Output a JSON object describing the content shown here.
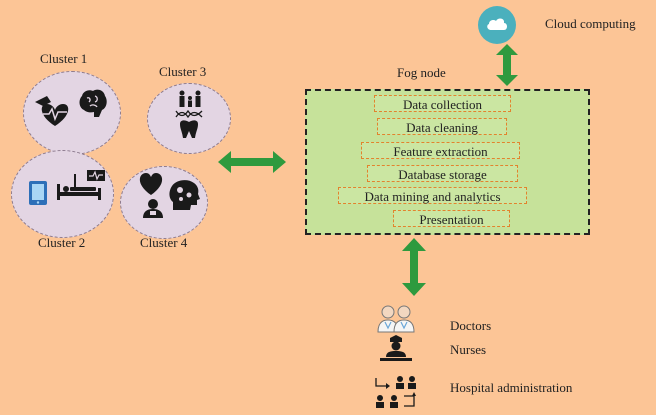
{
  "clusters": [
    {
      "label": "Cluster 1",
      "icons": [
        "heart-disease-icon",
        "brain-icon"
      ]
    },
    {
      "label": "Cluster 2",
      "icons": [
        "tablet-icon",
        "hospital-bed-monitor-icon"
      ]
    },
    {
      "label": "Cluster 3",
      "icons": [
        "family-icon",
        "dna-icon",
        "tooth-icon"
      ]
    },
    {
      "label": "Cluster 4",
      "icons": [
        "heart-icon",
        "head-gears-icon",
        "patient-icon"
      ]
    }
  ],
  "fog_node": {
    "label": "Fog node",
    "steps": [
      "Data collection",
      "Data cleaning",
      "Feature extraction",
      "Database storage",
      "Data mining and analytics",
      "Presentation"
    ]
  },
  "cloud": {
    "label": "Cloud computing",
    "icon": "cloud-icon"
  },
  "users": [
    {
      "label": "Doctors",
      "icon": "doctors-icon"
    },
    {
      "label": "Nurses",
      "icon": "nurse-icon"
    },
    {
      "label": "Hospital administration",
      "icon": "administration-icon"
    }
  ],
  "colors": {
    "background": "#fcc596",
    "cluster_fill": "#e3d5e3",
    "fog_fill": "#c6e29a",
    "arrow": "#2e9a3e",
    "cloud": "#4bb0bd"
  }
}
